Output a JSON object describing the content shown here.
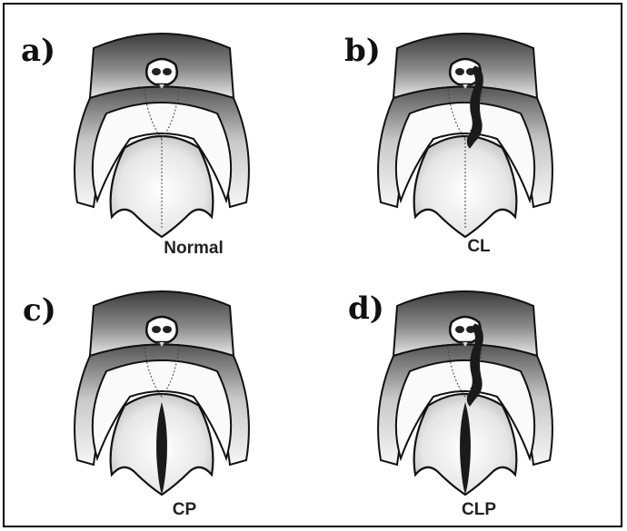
{
  "panels": [
    {
      "letter": "a)",
      "caption": "Normal",
      "lip_cleft": false,
      "palate_cleft": false
    },
    {
      "letter": "b)",
      "caption": "CL",
      "lip_cleft": true,
      "palate_cleft": false
    },
    {
      "letter": "c)",
      "caption": "CP",
      "lip_cleft": false,
      "palate_cleft": true
    },
    {
      "letter": "d)",
      "caption": "CLP",
      "lip_cleft": true,
      "palate_cleft": true
    }
  ],
  "colors": {
    "outline": "#111111",
    "cleft": "#1a1a1a",
    "shade_dark": "#4a4a4a",
    "shade_light": "#f4f4f4"
  }
}
